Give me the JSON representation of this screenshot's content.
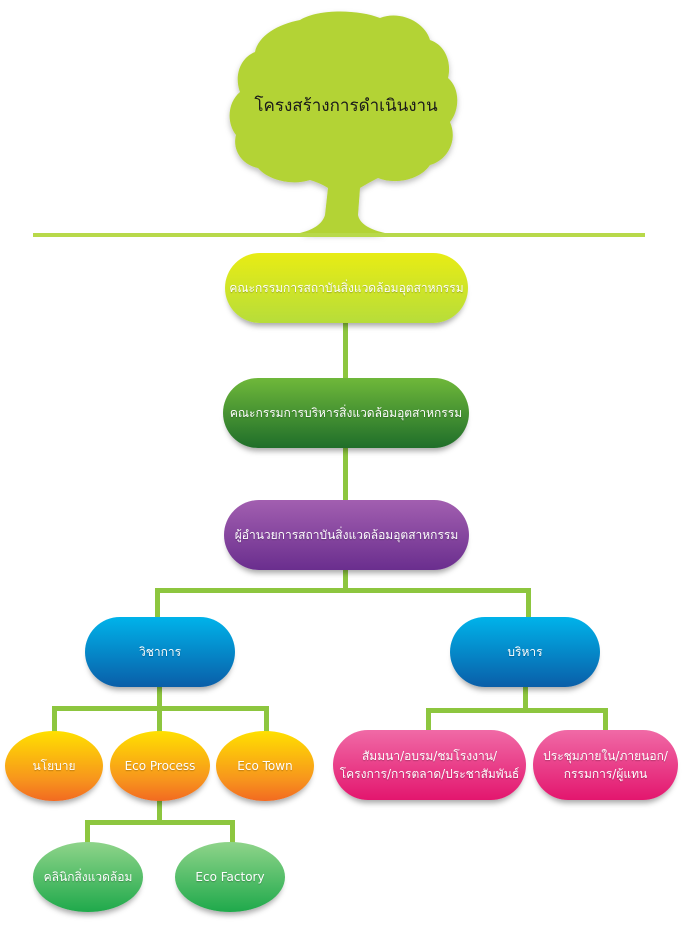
{
  "title": "โครงสร้างการดำเนินงาน",
  "colors": {
    "connector": "#8dc63f",
    "tree": "#b3d334",
    "level1": "#d9e61f",
    "level2": "#2e7d32",
    "level3": "#7b3a96",
    "division": "#0a7ac4",
    "academic_units": "#f7941d",
    "admin_units": "#e91e78",
    "process_units": "#3cb65a"
  },
  "nodes": {
    "committee_institute": "คณะกรรมการสถาบันสิ่งแวดล้อมอุตสาหกรรม",
    "committee_management": "คณะกรรมการบริหารสิ่งแวดล้อมอุตสาหกรรม",
    "director": "ผู้อำนวยการสถาบันสิ่งแวดล้อมอุตสาหกรรม",
    "academic": "วิชาการ",
    "administration": "บริหาร",
    "policy": "นโยบาย",
    "eco_process": "Eco Process",
    "eco_town": "Eco Town",
    "seminar_line1": "สัมมนา/อบรม/ชมโรงงาน/",
    "seminar_line2": "โครงการ/การตลาด/ประชาสัมพันธ์",
    "meeting_line1": "ประชุมภายใน/ภายนอก/",
    "meeting_line2": "กรรมการ/ผู้แทน",
    "env_clinic": "คลินิกสิ่งแวดล้อม",
    "eco_factory": "Eco Factory"
  }
}
